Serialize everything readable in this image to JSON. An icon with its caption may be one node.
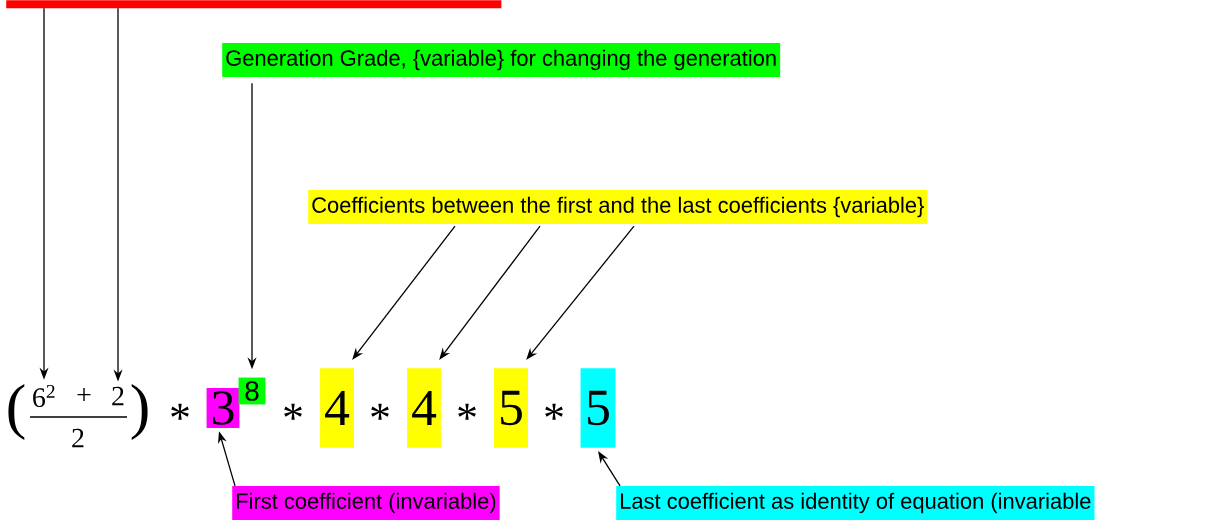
{
  "diagram": {
    "nodes": [
      {
        "text": [],
        "shape": "box"
      },
      {
        "text": [
          "Generation Grade, {variable} for changing the generation"
        ]
      },
      {
        "text": [
          "Coefficients between the first and the last coefficients {variable}"
        ]
      },
      {
        "text": [
          "6$^{2}$"
        ]
      },
      {
        "text": [
          "2"
        ]
      },
      {
        "text": [
          "3"
        ]
      },
      {
        "text": [
          "8"
        ]
      },
      {
        "text": [
          "4"
        ]
      },
      {
        "text": [
          "4"
        ]
      },
      {
        "text": [
          "5"
        ]
      },
      {
        "text": [
          "5"
        ]
      },
      {
        "text": [
          "First coefficient (invariable)"
        ]
      },
      {
        "text": [
          "Last coefficient as identity of equation (invariable"
        ]
      }
    ],
    "edges": [
      {
        "from": 0,
        "to": 3,
        "arrow": "to"
      },
      {
        "from": 0,
        "to": 4,
        "arrow": "to"
      },
      {
        "from": 1,
        "to": 6,
        "arrow": "to"
      },
      {
        "from": 2,
        "to": 7,
        "arrow": "to"
      },
      {
        "from": 2,
        "to": 8,
        "arrow": "to"
      },
      {
        "from": 2,
        "to": 9,
        "arrow": "to"
      },
      {
        "from": 11,
        "to": 5,
        "arrow": "to"
      },
      {
        "from": 12,
        "to": 10,
        "arrow": "to"
      }
    ],
    "labels": [
      "(",
      "+",
      "2",
      ")",
      "*",
      "*",
      "*",
      "*",
      "*"
    ]
  }
}
